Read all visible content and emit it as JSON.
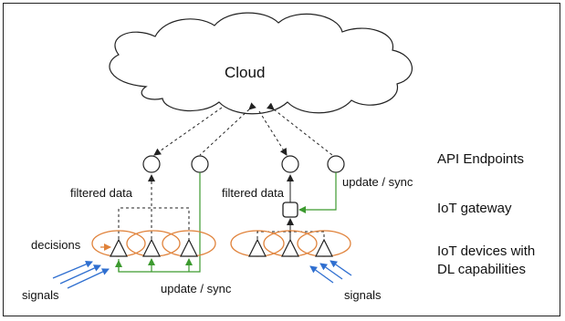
{
  "cloud": {
    "label": "Cloud"
  },
  "labels": {
    "filtered_left": "filtered data",
    "filtered_right": "filtered data",
    "update_sync_top": "update / sync",
    "update_sync_bottom": "update / sync",
    "decisions": "decisions",
    "signals_left": "signals",
    "signals_right": "signals"
  },
  "legend": {
    "api": "API Endpoints",
    "gateway": "IoT gateway",
    "devices_line1": "IoT devices with",
    "devices_line2": "DL capabilities"
  },
  "colors": {
    "stroke": "#222222",
    "green": "#3c9a2f",
    "orange": "#e0823a",
    "blue": "#2f6fd0"
  }
}
